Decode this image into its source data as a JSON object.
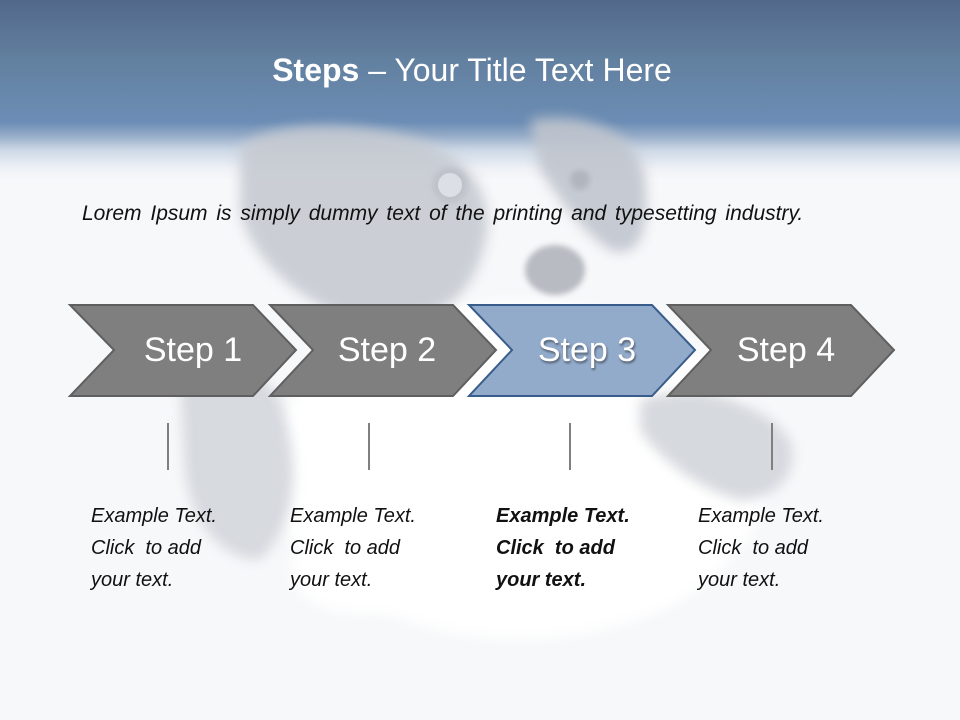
{
  "slide": {
    "title_bold": "Steps",
    "title_rest": " – Your Title Text Here",
    "intro": "Lorem Ipsum is simply dummy text of the printing and typesetting industry."
  },
  "colors": {
    "header_top": "#52688a",
    "header_bottom": "#6c8db5",
    "chevron_gray": "#7f7f7f",
    "chevron_gray_border": "#5f5f5f",
    "chevron_active": "#93abcb",
    "chevron_active_border": "#385d8a",
    "background": "#f7f8fa"
  },
  "steps": [
    {
      "label": "Step 1",
      "active": false,
      "desc": [
        "Example Text.",
        "Click  to add",
        "your text."
      ]
    },
    {
      "label": "Step 2",
      "active": false,
      "desc": [
        "Example Text.",
        "Click  to add",
        "your text."
      ]
    },
    {
      "label": "Step 3",
      "active": true,
      "desc": [
        "Example Text.",
        "Click  to add",
        "your text."
      ]
    },
    {
      "label": "Step 4",
      "active": false,
      "desc": [
        "Example Text.",
        "Click  to add",
        "your text."
      ]
    }
  ],
  "background_image": "puppy-photo"
}
